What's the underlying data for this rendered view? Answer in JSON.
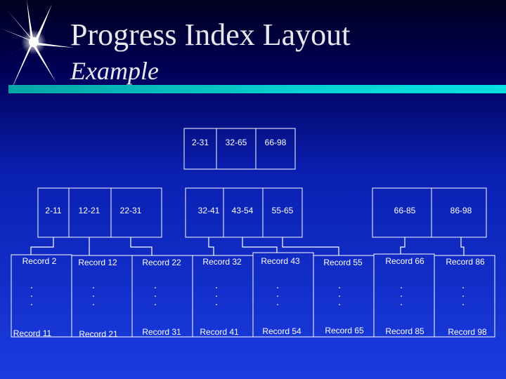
{
  "title": "Progress Index Layout",
  "subtitle": "Example",
  "root": [
    "2-31",
    "32-65",
    "66-98"
  ],
  "level1": [
    {
      "keys": [
        "2-11",
        "12-21",
        "22-31"
      ]
    },
    {
      "keys": [
        "32-41",
        "43-54",
        "55-65"
      ]
    },
    {
      "keys": [
        "66-85",
        "86-98"
      ]
    }
  ],
  "records": [
    {
      "top": "Record 2",
      "bottom": "Record 11"
    },
    {
      "top": "Record 12",
      "bottom": "Record 21"
    },
    {
      "top": "Record 22",
      "bottom": "Record 31"
    },
    {
      "top": "Record 32",
      "bottom": "Record 41"
    },
    {
      "top": "Record 43",
      "bottom": "Record 54"
    },
    {
      "top": "Record 55",
      "bottom": "Record 65"
    },
    {
      "top": "Record 66",
      "bottom": "Record 85"
    },
    {
      "top": "Record 86",
      "bottom": "Record 98"
    }
  ],
  "ellipsis": ".\n.\n."
}
